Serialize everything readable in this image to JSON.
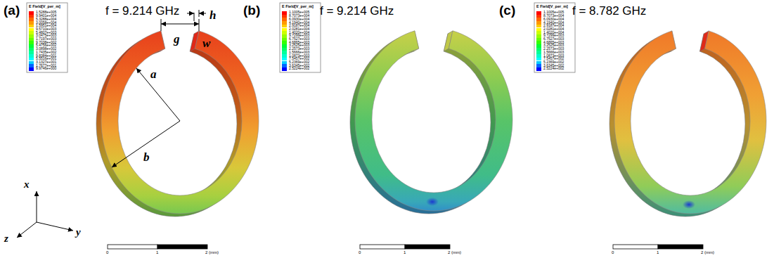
{
  "diagram": {
    "labels": [
      "(a)",
      "f = 9.214 GHz",
      "E Field[V_per_m]",
      "h",
      "g",
      "w",
      "a",
      "b",
      "x",
      "z",
      "y",
      "0",
      "1",
      "2 (mm)",
      "(b)",
      "f = 9.214 GHz",
      "E Field[V_per_m]",
      "0",
      "1",
      "2 (mm)",
      "(c)",
      "f = 8.782 GHz",
      "E Field[V_per_m]",
      "0",
      "1",
      "2 (mm)"
    ],
    "legend": [
      {
        "text": "1.5288e+005",
        "color": "#ff0000"
      },
      {
        "text": "9.9401e+004",
        "color": "#ff3300"
      },
      {
        "text": "5.3288e+004",
        "color": "#ff6600"
      },
      {
        "text": "3.0058e+004",
        "color": "#ff9900"
      },
      {
        "text": "1.5951e+004",
        "color": "#ffcc00"
      },
      {
        "text": "9.5710e+003",
        "color": "#ffff00"
      },
      {
        "text": "5.4807e+003",
        "color": "#ccff00"
      },
      {
        "text": "3.0475e+003",
        "color": "#99ff00"
      },
      {
        "text": "1.7197e+003",
        "color": "#66ff00"
      },
      {
        "text": "9.7038e+002",
        "color": "#33ff00"
      },
      {
        "text": "5.4756e+002",
        "color": "#00ff33"
      },
      {
        "text": "3.0898e+002",
        "color": "#00ff66"
      },
      {
        "text": "1.7435e+002",
        "color": "#00ff99"
      },
      {
        "text": "9.8384e+001",
        "color": "#00ffcc"
      },
      {
        "text": "5.5516e+001",
        "color": "#00ffff"
      },
      {
        "text": "3.1327e+001",
        "color": "#00ccff"
      },
      {
        "text": "1.7677e+001",
        "color": "#0066ff"
      },
      {
        "text": "9.9746e+000",
        "color": "#0000ff"
      },
      {
        "text": "1.1005e+005",
        "color": "#ff0000"
      },
      {
        "text": "8.7073e+004",
        "color": "#ff3300"
      },
      {
        "text": "6.0930e+004",
        "color": "#ff6600"
      },
      {
        "text": "4.1940e+004",
        "color": "#ff9900"
      },
      {
        "text": "2.9187e+004",
        "color": "#ffcc00"
      },
      {
        "text": "2.0281e+004",
        "color": "#ffff00"
      },
      {
        "text": "1.4020e+004",
        "color": "#ccff00"
      },
      {
        "text": "9.7299e+003",
        "color": "#99ff00"
      },
      {
        "text": "6.7527e+003",
        "color": "#66ff00"
      },
      {
        "text": "4.6865e+003",
        "color": "#33ff00"
      },
      {
        "text": "3.2525e+003",
        "color": "#00ff33"
      },
      {
        "text": "2.2573e+003",
        "color": "#00ff66"
      },
      {
        "text": "1.5666e+003",
        "color": "#00ff99"
      },
      {
        "text": "1.0873e+003",
        "color": "#00ffcc"
      },
      {
        "text": "7.5457e+002",
        "color": "#00ffff"
      },
      {
        "text": "5.2369e+002",
        "color": "#00ccff"
      },
      {
        "text": "3.6345e+002",
        "color": "#0066ff"
      },
      {
        "text": "2.5224e+002",
        "color": "#0000ff"
      },
      {
        "text": "1.1005e+005",
        "color": "#ff0000"
      },
      {
        "text": "8.7073e+004",
        "color": "#ff3300"
      },
      {
        "text": "6.0930e+004",
        "color": "#ff6600"
      },
      {
        "text": "4.1940e+004",
        "color": "#ff9900"
      },
      {
        "text": "2.9187e+004",
        "color": "#ffcc00"
      },
      {
        "text": "2.0281e+004",
        "color": "#ffff00"
      },
      {
        "text": "1.4020e+004",
        "color": "#ccff00"
      },
      {
        "text": "9.7299e+003",
        "color": "#99ff00"
      },
      {
        "text": "6.7527e+003",
        "color": "#66ff00"
      },
      {
        "text": "4.6865e+003",
        "color": "#33ff00"
      },
      {
        "text": "3.2525e+003",
        "color": "#00ff33"
      },
      {
        "text": "2.2573e+003",
        "color": "#00ff66"
      },
      {
        "text": "1.5666e+003",
        "color": "#00ff99"
      },
      {
        "text": "1.0873e+003",
        "color": "#00ffcc"
      },
      {
        "text": "7.5457e+002",
        "color": "#00ffff"
      },
      {
        "text": "5.2369e+002",
        "color": "#00ccff"
      },
      {
        "text": "3.6345e+002",
        "color": "#0066ff"
      },
      {
        "text": "2.5224e+002",
        "color": "#0000ff"
      }
    ]
  }
}
